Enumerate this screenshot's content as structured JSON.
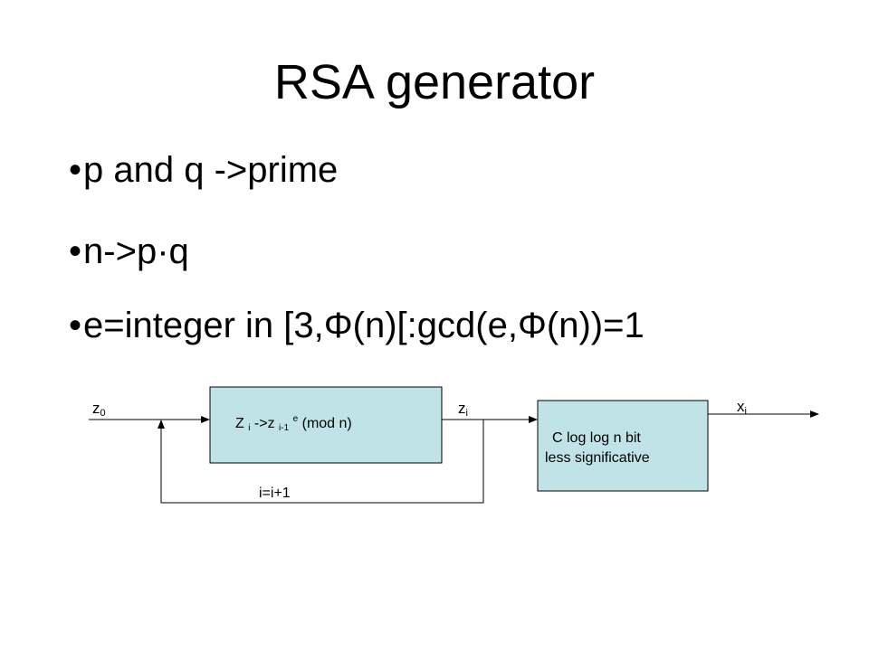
{
  "slide": {
    "title": "RSA generator",
    "bullet_char": "•",
    "bullets": [
      "p and q ->prime",
      "n->p·q",
      "e=integer in [3,Φ(n)[:gcd(e,Φ(n))=1"
    ]
  },
  "diagram": {
    "input_label": {
      "base": "z",
      "sub": "0"
    },
    "output_mid_label": {
      "base": "z",
      "sub": "i"
    },
    "output_label": {
      "base": "x",
      "sub": "i"
    },
    "loop_label": "i=i+1",
    "box1": {
      "z1": "Z",
      "sub1": "i",
      "arrow": " ->z ",
      "sub2": "i-1",
      "sup": "e",
      "tail": " (mod n)"
    },
    "box2": {
      "line1": "C log log n bit",
      "line2": "less significative"
    },
    "box_fill": "#bfe3e6"
  }
}
